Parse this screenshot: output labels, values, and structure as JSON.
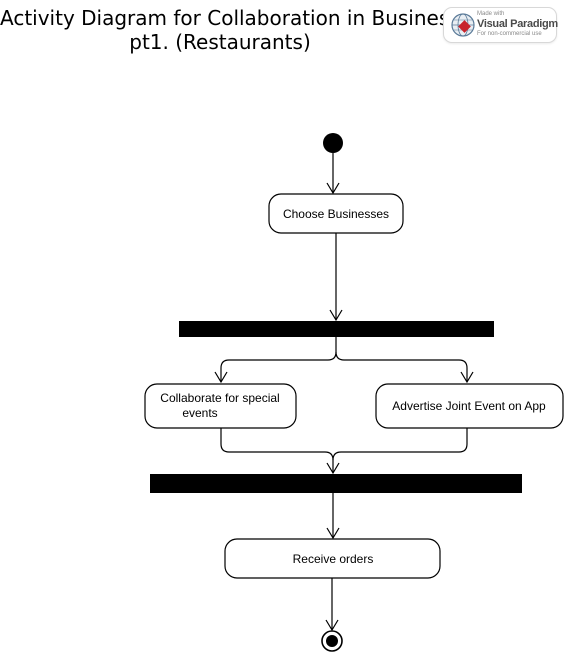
{
  "title": {
    "line1": "Activity Diagram for Collaboration in Business",
    "line2": "pt1. (Restaurants)"
  },
  "watermark": {
    "made_with": "Made with",
    "brand": "Visual Paradigm",
    "note": "For non-commercial use"
  },
  "nodes": {
    "choose_businesses": "Choose Businesses",
    "collaborate_line1": "Collaborate for special",
    "collaborate_line2": "events",
    "advertise": "Advertise Joint Event on App",
    "receive_orders": "Receive orders"
  }
}
